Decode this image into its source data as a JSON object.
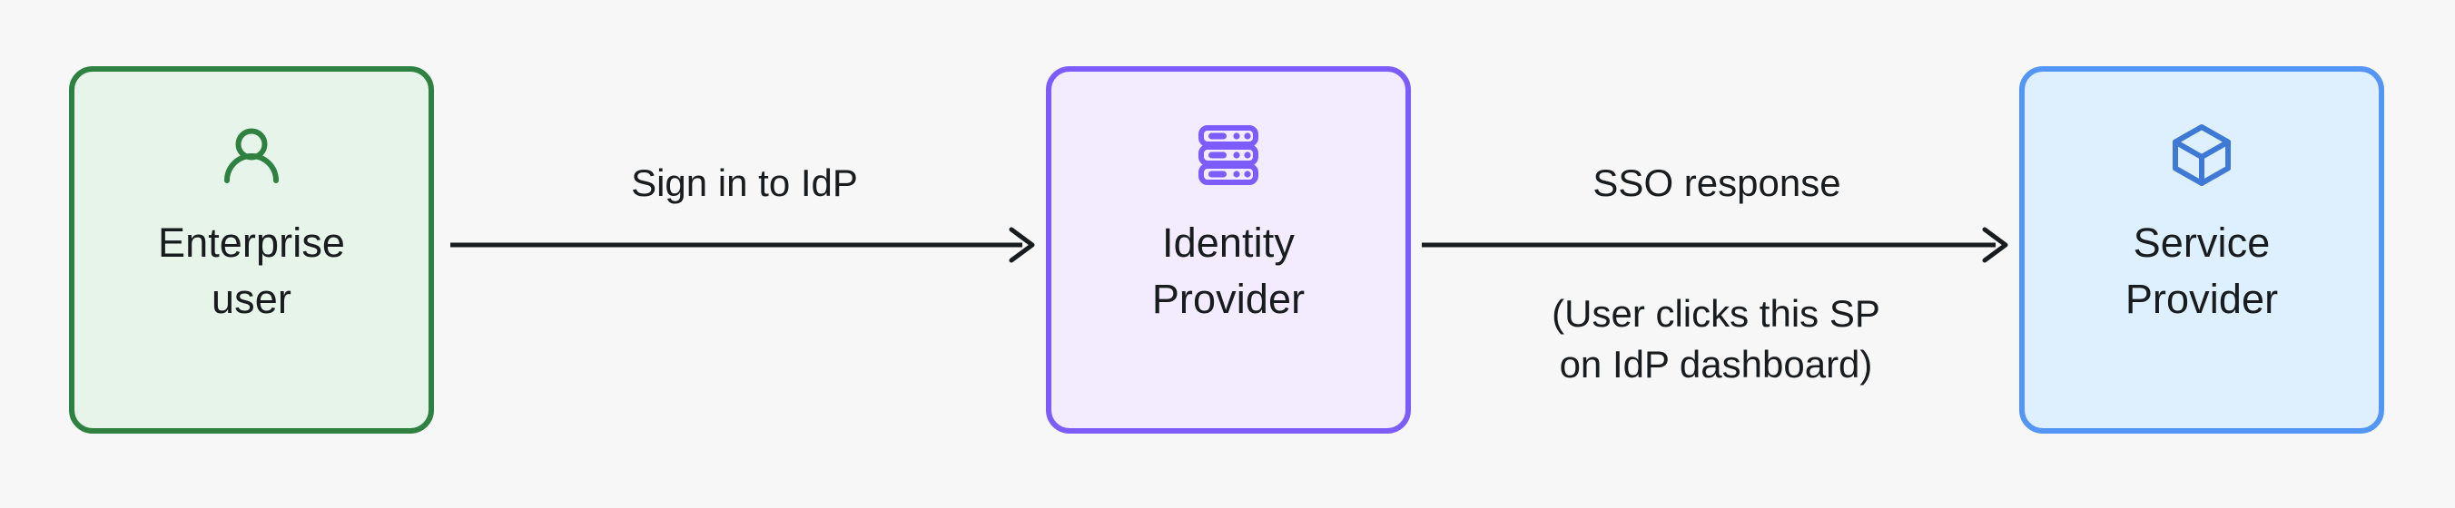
{
  "diagram": {
    "background_color": "#f6f7f6",
    "text_color": "#191c1f",
    "nodes": [
      {
        "id": "enterprise-user",
        "label": "Enterprise\nuser",
        "icon": "person-icon",
        "fill_color": "#e6f4e9",
        "border_color": "#2f8141"
      },
      {
        "id": "identity-provider",
        "label": "Identity\nProvider",
        "icon": "server-icon",
        "fill_color": "#f3ecfe",
        "border_color": "#7c5cfa"
      },
      {
        "id": "service-provider",
        "label": "Service\nProvider",
        "icon": "cube-icon",
        "fill_color": "#def0fd",
        "border_color": "#5496f5"
      }
    ],
    "edges": [
      {
        "id": "user-to-idp",
        "from": "enterprise-user",
        "to": "identity-provider",
        "label": "Sign in to IdP",
        "note": "",
        "arrow_color": "#191c1f"
      },
      {
        "id": "idp-to-sp",
        "from": "identity-provider",
        "to": "service-provider",
        "label": "SSO response",
        "note": "(User clicks this SP\non IdP dashboard)",
        "arrow_color": "#191c1f"
      }
    ]
  }
}
